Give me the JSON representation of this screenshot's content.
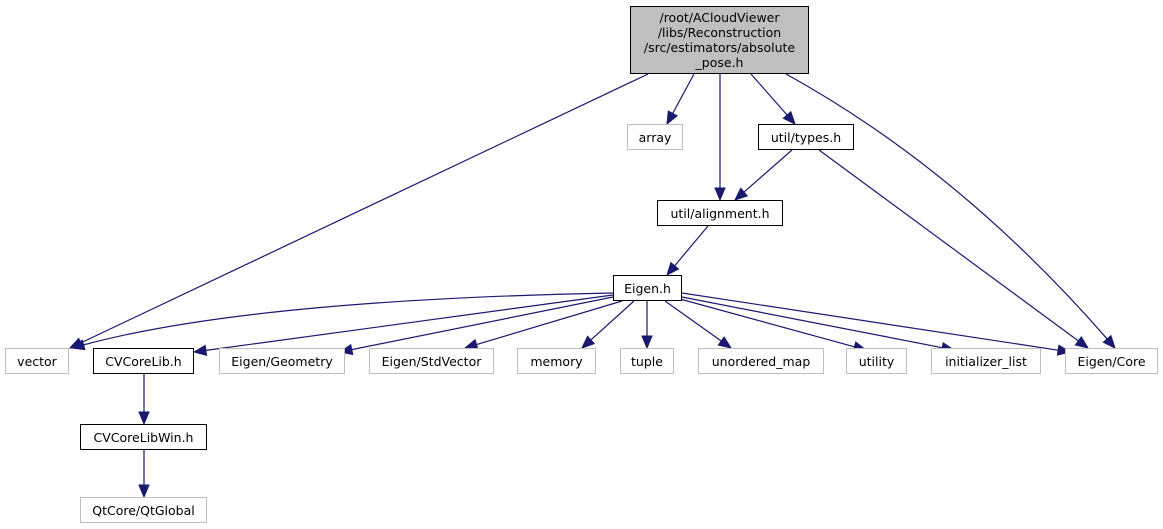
{
  "title": "Include dependency graph",
  "colors": {
    "edge": "#191970",
    "root_fill": "#bfbfbf",
    "linked_border": "#000000",
    "external_border": "#bfbfbf"
  },
  "nodes": [
    {
      "id": "root",
      "kind": "root",
      "lines": [
        "/root/ACloudViewer",
        "/libs/Reconstruction",
        "/src/estimators/absolute",
        "_pose.h"
      ]
    },
    {
      "id": "array",
      "kind": "ext",
      "label": "array"
    },
    {
      "id": "types",
      "kind": "doc",
      "label": "util/types.h"
    },
    {
      "id": "alignment",
      "kind": "doc",
      "label": "util/alignment.h"
    },
    {
      "id": "eigen",
      "kind": "doc",
      "label": "Eigen.h"
    },
    {
      "id": "vector",
      "kind": "ext",
      "label": "vector"
    },
    {
      "id": "cvcorelib",
      "kind": "doc",
      "label": "CVCoreLib.h"
    },
    {
      "id": "geometry",
      "kind": "ext",
      "label": "Eigen/Geometry"
    },
    {
      "id": "stdvector",
      "kind": "ext",
      "label": "Eigen/StdVector"
    },
    {
      "id": "memory",
      "kind": "ext",
      "label": "memory"
    },
    {
      "id": "tuple",
      "kind": "ext",
      "label": "tuple"
    },
    {
      "id": "unordered_map",
      "kind": "ext",
      "label": "unordered_map"
    },
    {
      "id": "utility",
      "kind": "ext",
      "label": "utility"
    },
    {
      "id": "initializer_list",
      "kind": "ext",
      "label": "initializer_list"
    },
    {
      "id": "eigencore",
      "kind": "ext",
      "label": "Eigen/Core"
    },
    {
      "id": "cvcorelibwin",
      "kind": "doc",
      "label": "CVCoreLibWin.h"
    },
    {
      "id": "qtglobal",
      "kind": "ext",
      "label": "QtCore/QtGlobal"
    }
  ],
  "edges": [
    [
      "root",
      "vector"
    ],
    [
      "root",
      "array"
    ],
    [
      "root",
      "alignment"
    ],
    [
      "root",
      "types"
    ],
    [
      "root",
      "eigencore"
    ],
    [
      "types",
      "alignment"
    ],
    [
      "types",
      "eigencore"
    ],
    [
      "alignment",
      "eigen"
    ],
    [
      "eigen",
      "vector"
    ],
    [
      "eigen",
      "cvcorelib"
    ],
    [
      "eigen",
      "geometry"
    ],
    [
      "eigen",
      "stdvector"
    ],
    [
      "eigen",
      "memory"
    ],
    [
      "eigen",
      "tuple"
    ],
    [
      "eigen",
      "unordered_map"
    ],
    [
      "eigen",
      "utility"
    ],
    [
      "eigen",
      "initializer_list"
    ],
    [
      "eigen",
      "eigencore"
    ],
    [
      "cvcorelib",
      "cvcorelibwin"
    ],
    [
      "cvcorelibwin",
      "qtglobal"
    ]
  ]
}
